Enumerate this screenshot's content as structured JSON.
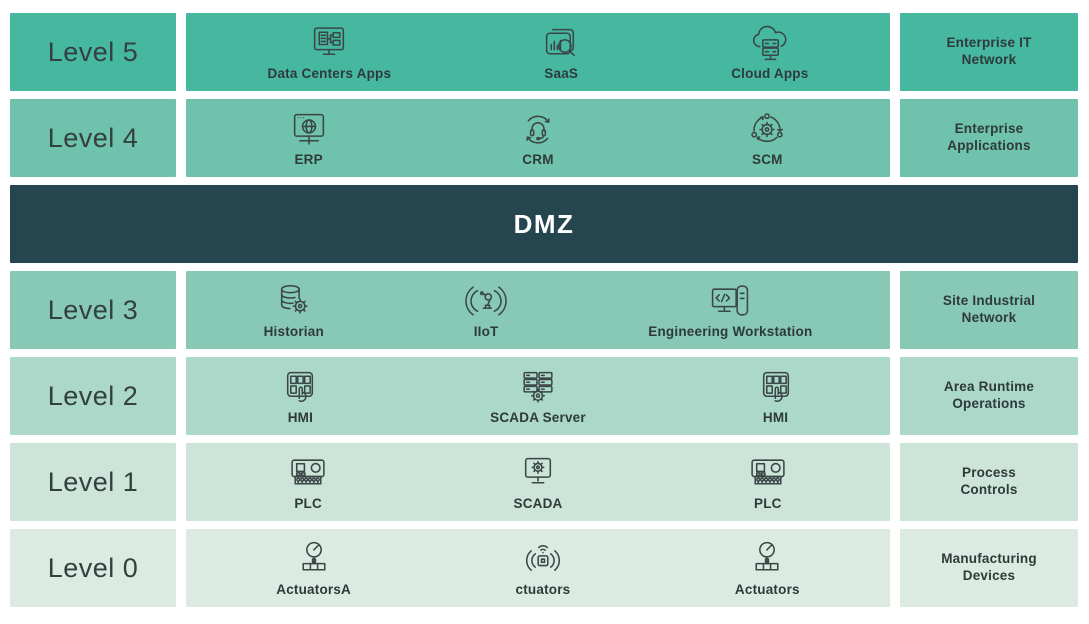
{
  "palette": {
    "dmz": "#25464f",
    "dmz_text": "#ffffff",
    "text_dark": "#2e3a3a",
    "icon_stroke": "#3a4646",
    "background": "#ffffff"
  },
  "rows": [
    {
      "type": "level",
      "id": "level-5",
      "label": "Level 5",
      "color": "#47b8a0",
      "network": "Enterprise IT\nNetwork",
      "items": [
        {
          "label": "Data Centers Apps",
          "icon": "data-centers-apps"
        },
        {
          "label": "SaaS",
          "icon": "saas"
        },
        {
          "label": "Cloud Apps",
          "icon": "cloud-apps"
        }
      ]
    },
    {
      "type": "level",
      "id": "level-4",
      "label": "Level 4",
      "color": "#6fc2ab",
      "network": "Enterprise\nApplications",
      "items": [
        {
          "label": "ERP",
          "icon": "erp"
        },
        {
          "label": "CRM",
          "icon": "crm"
        },
        {
          "label": "SCM",
          "icon": "scm"
        }
      ]
    },
    {
      "type": "dmz",
      "id": "dmz",
      "label": "DMZ"
    },
    {
      "type": "level",
      "id": "level-3",
      "label": "Level 3",
      "color": "#87c9b4",
      "network": "Site Industrial\nNetwork",
      "items": [
        {
          "label": "Historian",
          "icon": "historian"
        },
        {
          "label": "IIoT",
          "icon": "iiot"
        },
        {
          "label": "Engineering Workstation",
          "icon": "engineering-workstation"
        }
      ]
    },
    {
      "type": "level",
      "id": "level-2",
      "label": "Level 2",
      "color": "#abd8c9",
      "network": "Area Runtime\nOperations",
      "items": [
        {
          "label": "HMI",
          "icon": "hmi"
        },
        {
          "label": "SCADA Server",
          "icon": "scada-server"
        },
        {
          "label": "HMI",
          "icon": "hmi"
        }
      ]
    },
    {
      "type": "level",
      "id": "level-1",
      "label": "Level 1",
      "color": "#cde4d9",
      "network": "Process\nControls",
      "items": [
        {
          "label": "PLC",
          "icon": "plc"
        },
        {
          "label": "SCADA",
          "icon": "scada"
        },
        {
          "label": "PLC",
          "icon": "plc"
        }
      ]
    },
    {
      "type": "level",
      "id": "level-0",
      "label": "Level 0",
      "color": "#dcebe2",
      "network": "Manufacturing\nDevices",
      "items": [
        {
          "label": "ActuatorsA",
          "icon": "gauge-actuator"
        },
        {
          "label": "ctuators",
          "icon": "wireless-sensor"
        },
        {
          "label": "Actuators",
          "icon": "gauge-actuator"
        }
      ]
    }
  ]
}
